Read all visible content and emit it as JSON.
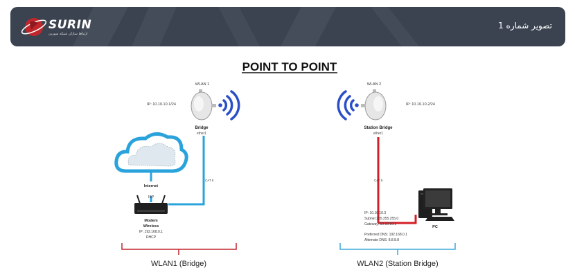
{
  "header": {
    "title": "تصویر شماره 1",
    "logo_text": "SURIN",
    "logo_tagline": "ارتباط سازان شبکه سورین"
  },
  "diagram": {
    "title": "POINT TO POINT",
    "left": {
      "device_name": "WLAN 1",
      "ip": "IP: 10.10.10.1/24",
      "mode": "Bridge",
      "port": "ether1",
      "cable": "CAT 5",
      "internet": "Internet",
      "isp": "ISP",
      "modem_line1": "Modem",
      "modem_line2": "Wireless",
      "modem_ip": "IP: 192.168.0.1",
      "modem_dhcp": "DHCP",
      "group_label": "WLAN1 (Bridge)"
    },
    "right": {
      "device_name": "WLAN 2",
      "ip": "IP: 10.10.10.2/24",
      "mode": "Station Bridge",
      "port": "ether1",
      "cable": "CAT 5",
      "pc_label": "PC",
      "pc_ip": "IP: 10.10.10.3",
      "pc_subnet": "Subnet 255.255.255.0",
      "pc_gateway": "Gateway: 10.10.10.1",
      "pc_dns1": "Preferred DNS: 192.168.0.1",
      "pc_dns2": "Alternate DNS: 8.8.8.8",
      "group_label": "WLAN2 (Station Bridge)"
    },
    "colors": {
      "left_cable": "#2aa3dc",
      "right_cable": "#d31f26",
      "wifi_blue": "#2a4fc7",
      "left_bracket": "#c0272d",
      "right_bracket": "#3fa8dc"
    }
  }
}
